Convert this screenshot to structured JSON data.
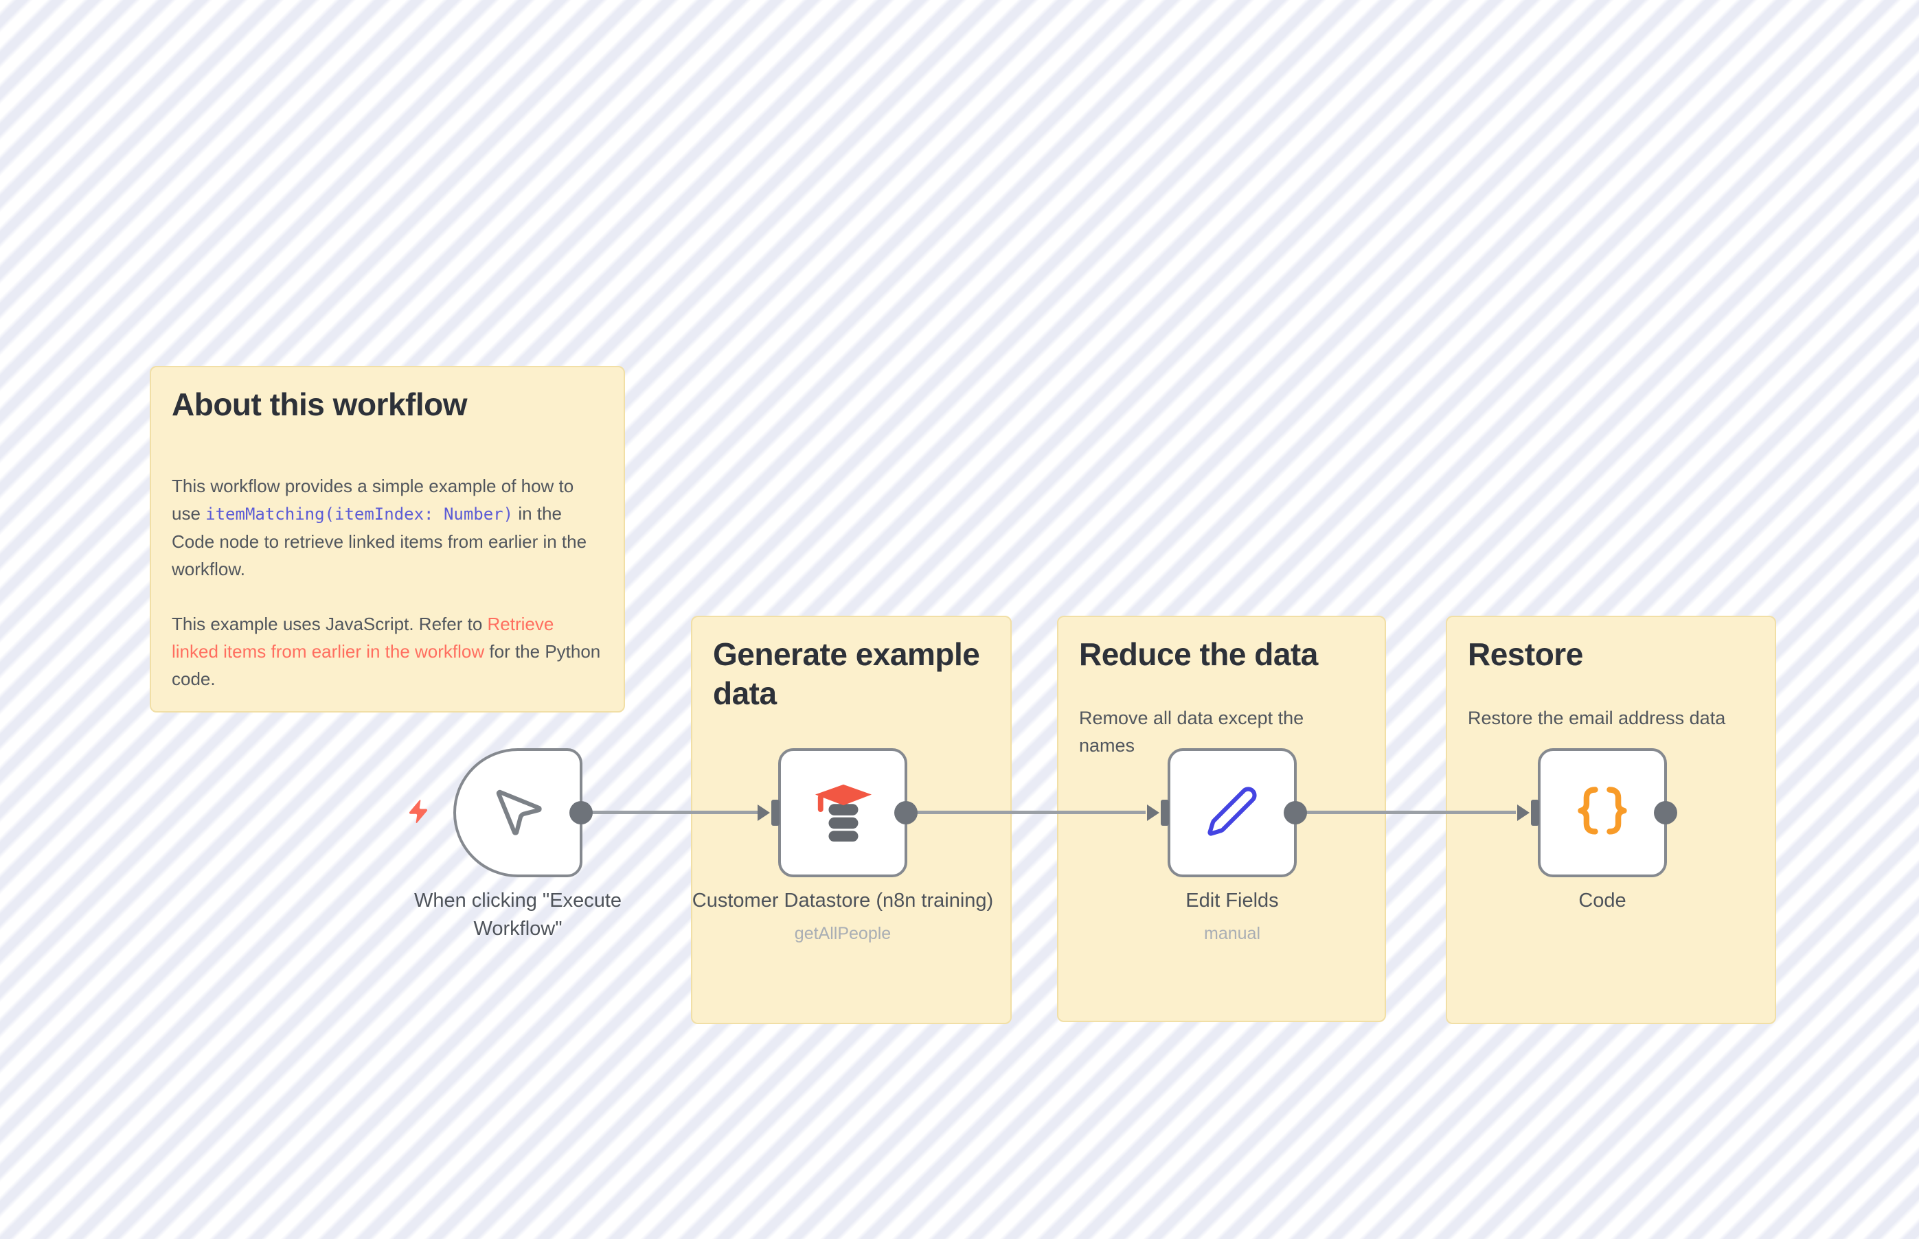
{
  "app": "n8n-workflow-canvas",
  "colors": {
    "canvas_stripe_light": "#ffffff",
    "canvas_stripe_dark": "#e9ebf5",
    "sticky_background": "#fcf0cc",
    "sticky_border": "#f1dfa6",
    "sticky_title_text": "#2d3139",
    "sticky_body_text": "#51565d",
    "inline_code_text": "#5b5bd6",
    "link_text": "#ff6e5f",
    "node_border": "#85898f",
    "connector": "#9ba0a6",
    "connector_endpoint": "#6e737a",
    "trigger_bolt": "#fb6a58",
    "datastore_icon_cap": "#f25743",
    "datastore_icon_db": "#64686e",
    "pencil_icon": "#4444e2",
    "braces_icon": "#f89b28",
    "node_label_text": "#4e535a",
    "node_subtitle_text": "#a9aeb4"
  },
  "stickies": {
    "about": {
      "title": "About this workflow",
      "p1_before": "This workflow provides a simple example of how to use ",
      "p1_code": "itemMatching(itemIndex: Number)",
      "p1_after": " in the Code node to retrieve linked items from earlier in the workflow.",
      "p2_before": "This example uses JavaScript. Refer to ",
      "p2_link": "Retrieve linked items from earlier in the workflow",
      "p2_after": " for the Python code."
    },
    "generate": {
      "title": "Generate example data"
    },
    "reduce": {
      "title": "Reduce the data",
      "body": "Remove all data except the names"
    },
    "restore": {
      "title": "Restore",
      "body": "Restore the email address data"
    }
  },
  "nodes": {
    "trigger": {
      "label": "When clicking \"Execute Workflow\"",
      "icon": "mouse-pointer-icon"
    },
    "datastore": {
      "label": "Customer Datastore (n8n training)",
      "subtitle": "getAllPeople",
      "icon": "graduation-cap-database-icon"
    },
    "edit_fields": {
      "label": "Edit Fields",
      "subtitle": "manual",
      "icon": "pencil-icon"
    },
    "code": {
      "label": "Code",
      "icon": "curly-braces-icon"
    }
  }
}
